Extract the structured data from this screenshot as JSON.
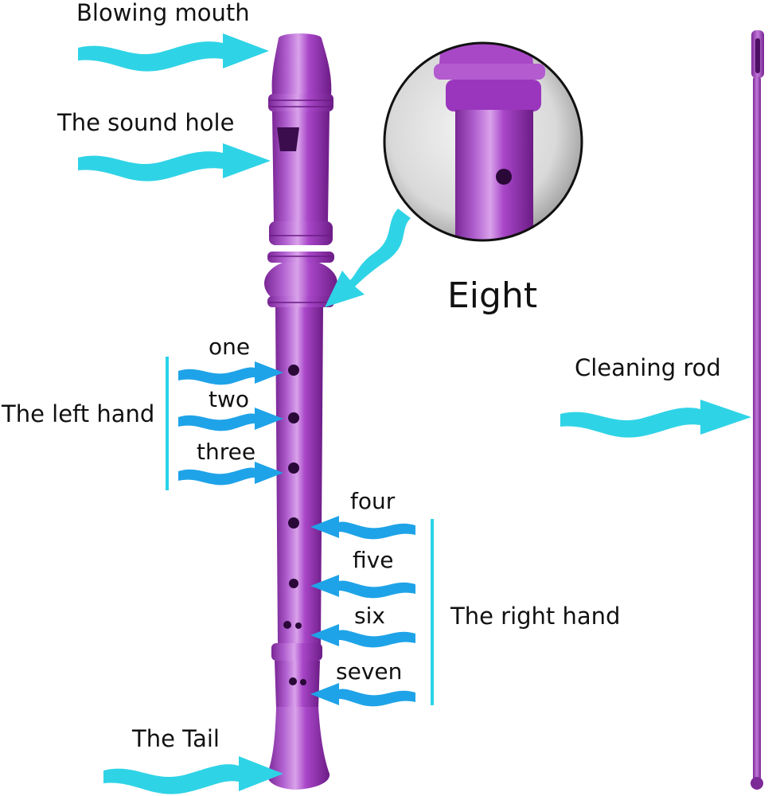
{
  "labels": {
    "blowing_mouth": "Blowing mouth",
    "sound_hole": "The sound hole",
    "eight": "Eight",
    "cleaning_rod": "Cleaning rod",
    "left_hand": "The left hand",
    "right_hand": "The right hand",
    "tail": "The Tail",
    "holes": [
      "one",
      "two",
      "three",
      "four",
      "five",
      "six",
      "seven"
    ]
  },
  "colors": {
    "recorder_purple": "#a243c2",
    "recorder_dark": "#6f1f8a",
    "recorder_light": "#d79ae8",
    "arrow_cyan": "#2fd3e6",
    "arrow_blue": "#1fa3e8",
    "bracket": "#28d3e8",
    "text": "#111111"
  }
}
